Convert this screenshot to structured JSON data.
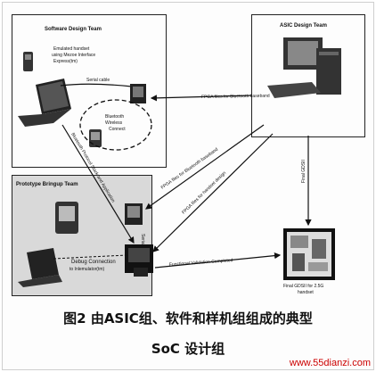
{
  "software_team": {
    "title": "Software Design Team",
    "emulated_handset": [
      "Emulated handset",
      "using Mezoe Interface",
      "Express(tm)"
    ],
    "serial_cable": "Serial cable",
    "bluetooth_cloud": [
      "Bluetooth",
      "Wireless",
      "Connect"
    ]
  },
  "asic_team": {
    "title": "ASIC Design Team"
  },
  "prototype_team": {
    "title": "Prototype Bringup Team",
    "serial_cable": "Serial\ncable",
    "debug_connection": [
      "Debug Connection",
      "to Inlemulator(tm)"
    ]
  },
  "arrows": {
    "fpga_bluetooth_baseband": "FPGA files for Bluetooth baseband",
    "fpga_bluetooth_baseband_2": "FPGA files for Bluetooth baseband",
    "fpga_handset_design": "FPGA files for handset design",
    "bluetooth_protocol_stack": "Bluetooth Protocol Stack and Application",
    "final_gdsii": "Final GDSII",
    "functional_validation": "Functional Validation Completed"
  },
  "final_chip": {
    "label": "Final GDSII for 2.5G",
    "label2": "handset"
  },
  "caption": {
    "line1": "图2  由ASIC组、软件和样机组组成的典型",
    "line2": "SoC 设计组"
  },
  "watermark": "www.55dianzi.com"
}
